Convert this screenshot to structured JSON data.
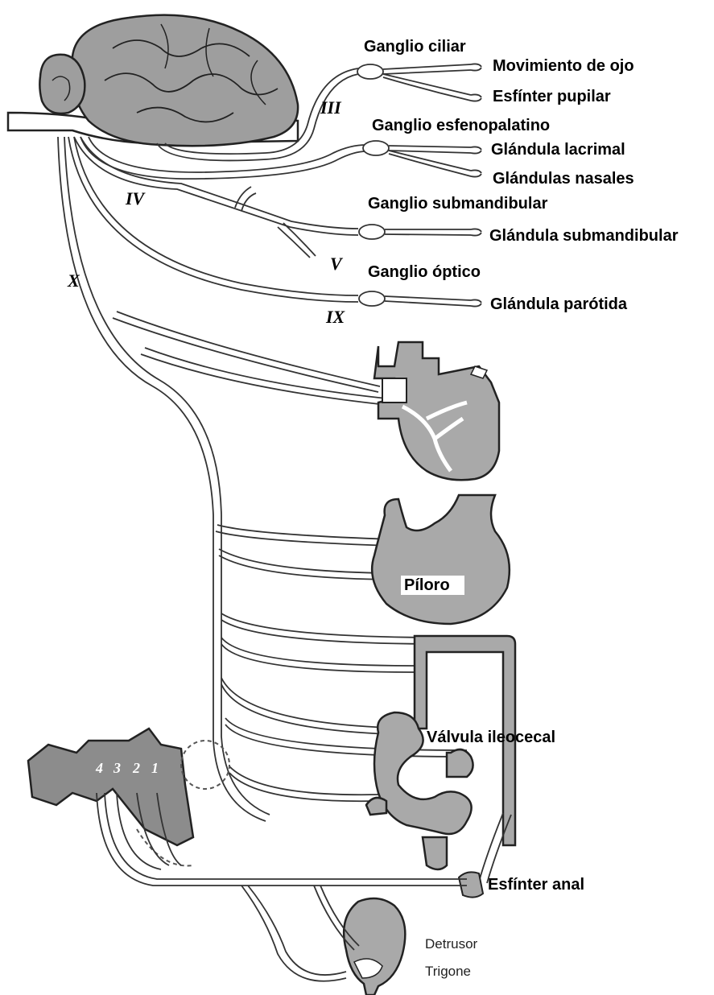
{
  "ganglia": {
    "ciliar": "Ganglio ciliar",
    "esfenopalatino": "Ganglio esfenopalatino",
    "submandibular": "Ganglio submandibular",
    "optico": "Ganglio óptico"
  },
  "targets": {
    "movimiento_ojo": "Movimiento de ojo",
    "esfinter_pupilar": "Esfínter pupilar",
    "glandula_lacrimal": "Glándula lacrimal",
    "glandulas_nasales": "Glándulas nasales",
    "glandula_submandibular": "Glándula submandibular",
    "glandula_parotida": "Glándula parótida",
    "piloro": "Píloro",
    "valvula_ileocecal": "Válvula ileocecal",
    "esfinter_anal": "Esfínter anal",
    "detrusor": "Detrusor",
    "trigone": "Trigone"
  },
  "nerves": {
    "III": "III",
    "IV": "IV",
    "V": "V",
    "IX": "IX",
    "X": "X"
  },
  "sacral_segments": [
    "4",
    "3",
    "2",
    "1"
  ],
  "colors": {
    "organ_fill": "#a9a9a9",
    "brain_fill": "#9e9e9e",
    "nerve_stroke": "#333333",
    "background": "#ffffff"
  }
}
